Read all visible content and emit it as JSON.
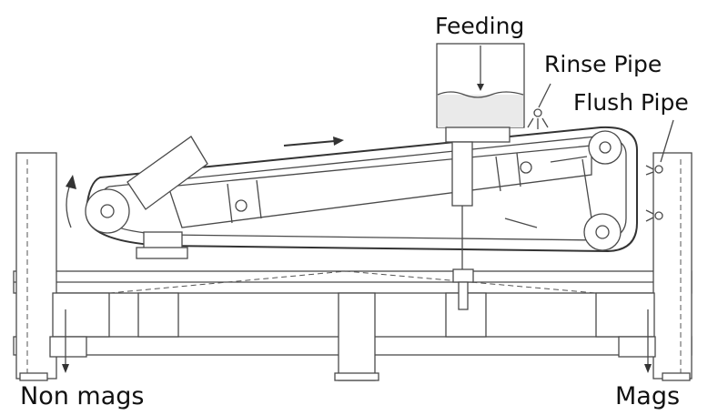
{
  "labels": {
    "feeding": "Feeding",
    "rinse_pipe": "Rinse Pipe",
    "flush_pipe": "Flush Pipe",
    "non_mags": "Non mags",
    "mags": "Mags"
  }
}
